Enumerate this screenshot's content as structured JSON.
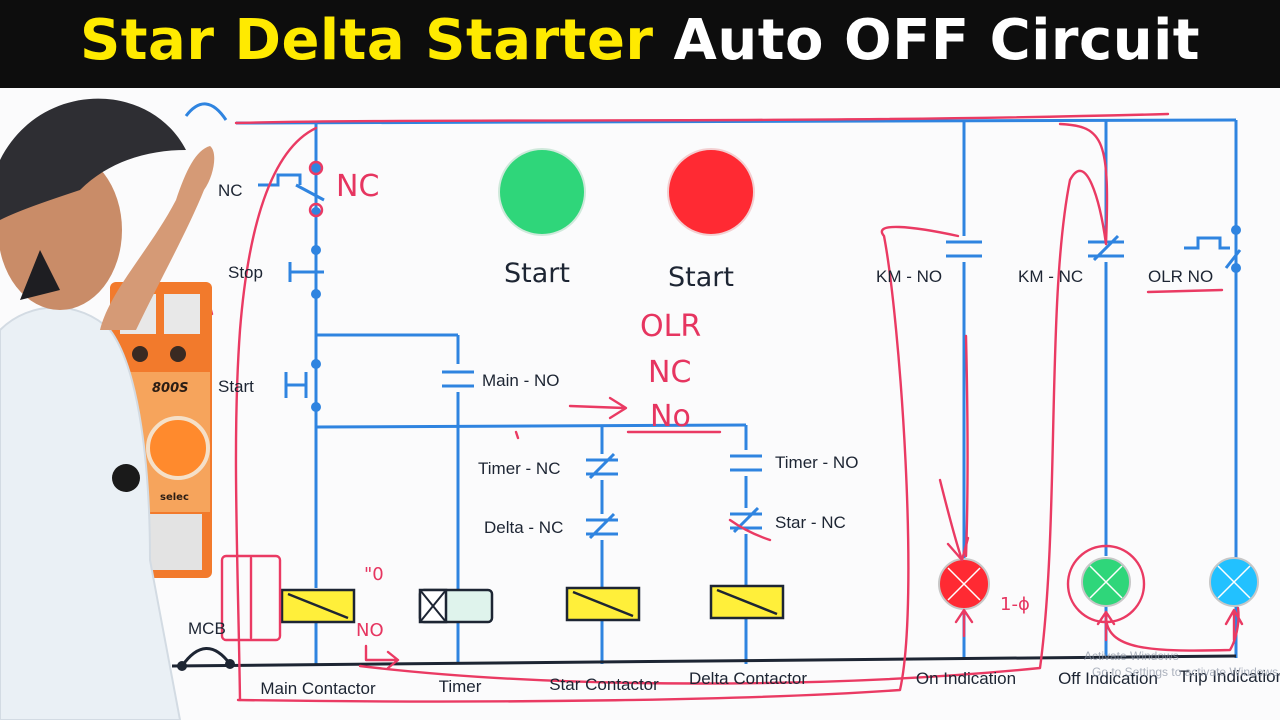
{
  "header": {
    "title_part1": "Star Delta Starter",
    "title_part2": "Auto OFF Circuit"
  },
  "buttons": {
    "green_label": "Start",
    "red_label": "Start"
  },
  "labels": {
    "nc": "NC",
    "stop": "Stop",
    "start": "Start",
    "main_no": "Main - NO",
    "timer_nc": "Timer - NC",
    "delta_nc": "Delta - NC",
    "timer_no": "Timer - NO",
    "star_nc": "Star - NC",
    "km_no": "KM - NO",
    "km_nc": "KM - NC",
    "olr_no": "OLR NO",
    "mcb": "MCB",
    "main_contactor": "Main Contactor",
    "timer": "Timer",
    "star_contactor": "Star Contactor",
    "delta_contactor": "Delta Contactor",
    "on_indication": "On Indication",
    "off_indication": "Off Indication",
    "trip_indication": "Trip Indication"
  },
  "annotations": {
    "nc": "NC",
    "olr": "OLR",
    "olr_nc": "NC",
    "olr_no": "No",
    "mcb_no": "NO",
    "quote": "\"0",
    "phase": "1-ϕ"
  },
  "timer_device": {
    "model": "800S",
    "brand": "selec"
  },
  "watermark": {
    "line1": "Activate Windows",
    "line2": "Go to Settings to activate Windows."
  },
  "colors": {
    "wire": "#2f84e0",
    "marker": "#ea3a63",
    "title_yellow": "#ffea00",
    "title_white": "#ffffff",
    "coil_yellow": "#ffef3a",
    "lamp_green": "#2fd67a",
    "lamp_red": "#ff2a33",
    "lamp_blue": "#22c1ff"
  }
}
